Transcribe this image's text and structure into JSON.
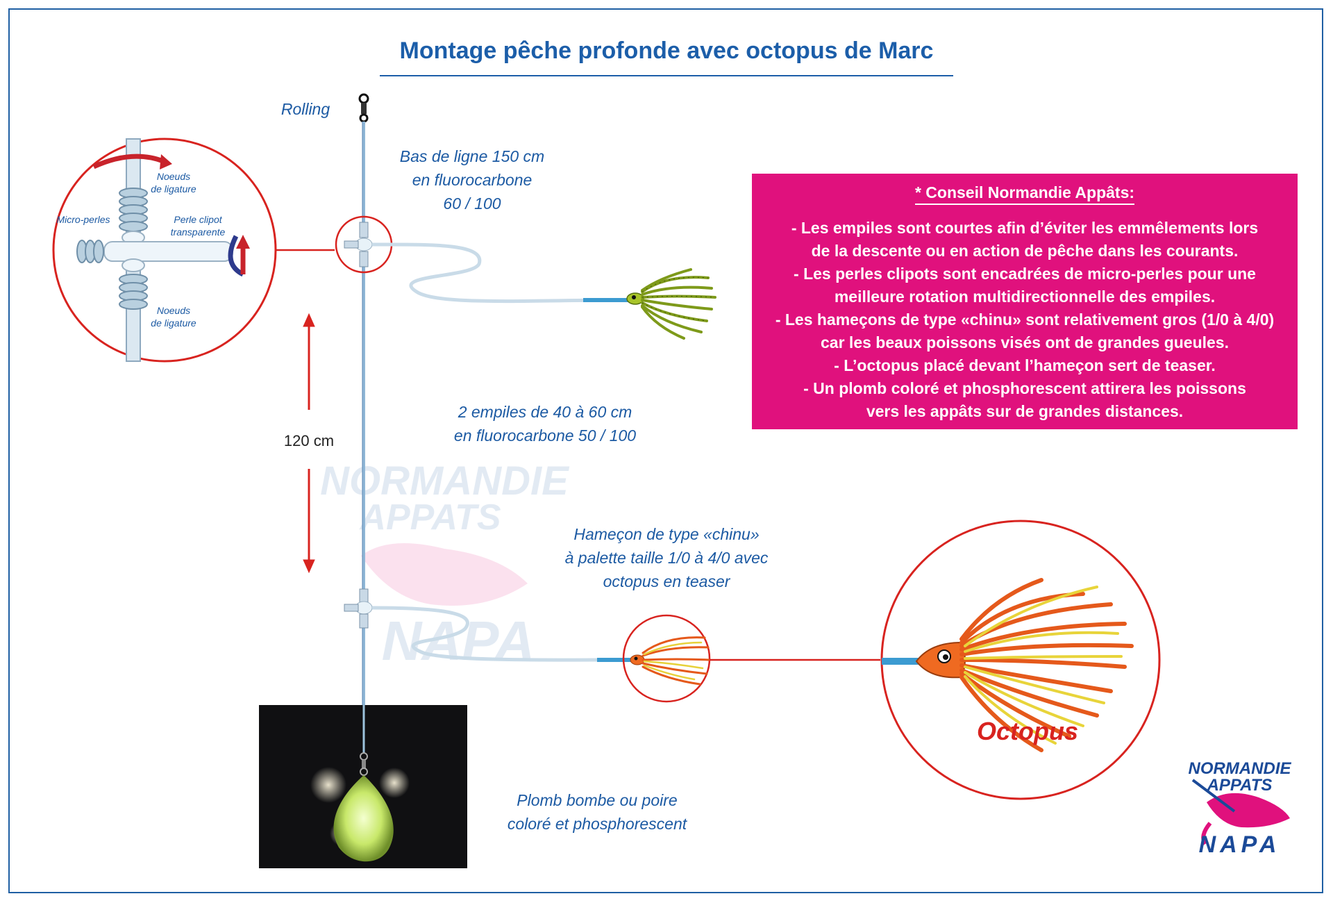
{
  "title": "Montage pêche profonde avec octopus de Marc",
  "labels": {
    "rolling": "Rolling",
    "bas_de_ligne": "Bas de ligne 150 cm\nen fluorocarbone\n60 / 100",
    "empiles": "2 empiles de 40 à 60 cm\nen fluorocarbone 50 / 100",
    "hamecon": "Hameçon de type «chinu»\nà palette taille 1/0 à 4/0 avec\noctopus en teaser",
    "plomb": "Plomb bombe ou poire\ncoloré et phosphorescent",
    "distance": "120 cm",
    "octopus": "Octopus"
  },
  "detail_labels": {
    "noeuds_top": "Noeuds\nde ligature",
    "micro_perles": "Micro-perles",
    "perle_clipot": "Perle clipot\ntransparente",
    "noeuds_bottom": "Noeuds\nde ligature"
  },
  "advice": {
    "heading": "* Conseil Normandie Appâts:",
    "lines": [
      "- Les empiles sont courtes afin d’éviter les emmêlements lors",
      "de la descente ou en action de pêche dans les courants.",
      "- Les perles clipots sont encadrées de micro-perles pour une",
      "meilleure rotation multidirectionnelle des empiles.",
      "- Les hameçons de type «chinu» sont relativement gros (1/0 à 4/0)",
      "car les beaux poissons visés ont de grandes gueules.",
      "- L’octopus placé devant l’hameçon sert de teaser.",
      "- Un plomb coloré et phosphorescent attirera les poissons",
      "vers les appâts sur de grandes distances."
    ]
  },
  "logo": {
    "line1": "NORMANDIE",
    "line2": "APPATS",
    "line3": "NAPA"
  },
  "colors": {
    "blue_text": "#1c5aa3",
    "magenta_box": "#e0117d",
    "red_accent": "#d8231f",
    "line_blue": "#8fb6d6"
  }
}
